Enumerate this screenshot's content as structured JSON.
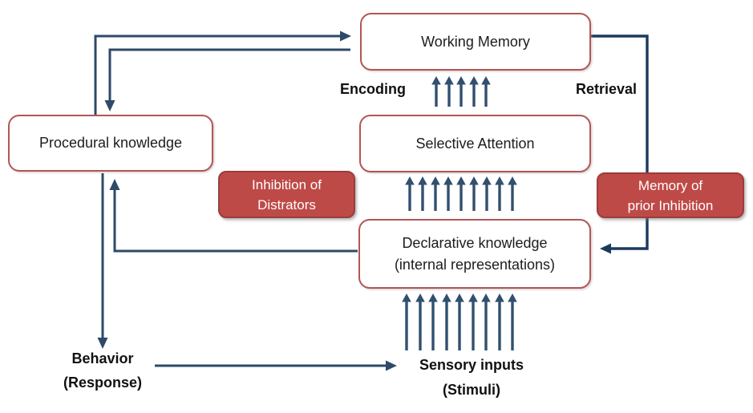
{
  "diagram": {
    "boxes": {
      "working_memory": {
        "label": "Working Memory"
      },
      "procedural": {
        "label": "Procedural knowledge"
      },
      "selective_attention": {
        "label": "Selective Attention"
      },
      "declarative": {
        "line1": "Declarative knowledge",
        "line2": "(internal representations)"
      },
      "inhibition": {
        "line1": "Inhibition of",
        "line2": "Distrators"
      },
      "memory_inhibition": {
        "line1": "Memory of",
        "line2": "prior Inhibition"
      }
    },
    "labels": {
      "encoding": "Encoding",
      "retrieval": "Retrieval",
      "behavior_line1": "Behavior",
      "behavior_line2": "(Response)",
      "sensory_line1": "Sensory inputs",
      "sensory_line2": "(Stimuli)"
    },
    "arrow_clusters": {
      "encoding": 5,
      "attention": 9,
      "sensory": 9
    },
    "colors": {
      "box_border": "#B35654",
      "box_text": "#1C1C1C",
      "red_fill": "#BE4A47",
      "red_border": "#9A3D3A",
      "red_box_text": "#FFFFFF",
      "connector_blue": "#2E4A68",
      "retrieval_navy": "#1B3A5F",
      "arrow_blue": "#31506F",
      "label_text": "#111111"
    }
  }
}
